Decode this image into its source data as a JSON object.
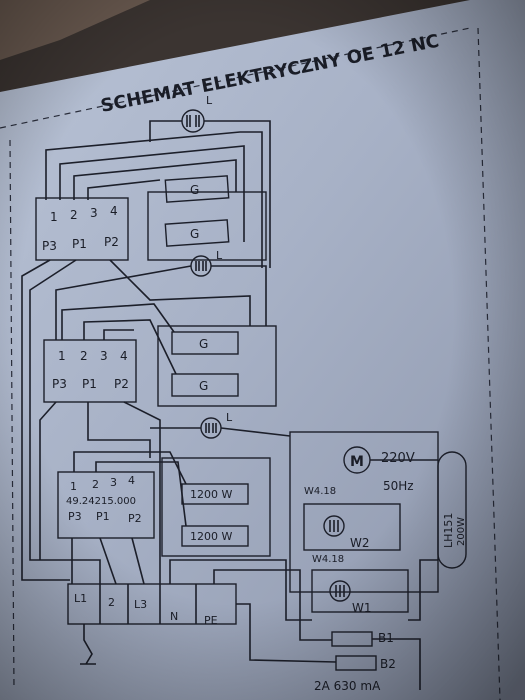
{
  "title": "SCHEMAT ELEKTRYCZNY OE 12 NC",
  "switches": [
    {
      "id": "s1",
      "pins": [
        "1",
        "2",
        "3",
        "4"
      ],
      "ports": [
        "P3",
        "P1",
        "P2"
      ],
      "code": ""
    },
    {
      "id": "s2",
      "pins": [
        "1",
        "2",
        "3",
        "4"
      ],
      "ports": [
        "P3",
        "P1",
        "P2"
      ],
      "code": ""
    },
    {
      "id": "s3",
      "pins": [
        "1",
        "2",
        "3",
        "4"
      ],
      "ports": [
        "P3",
        "P1",
        "P2"
      ],
      "code": "49.24215.000"
    }
  ],
  "heater_label": "G",
  "lamp_label": "L",
  "heater_1200": "1200 W",
  "motor": {
    "symbol": "M",
    "voltage": "220V",
    "freq": "50Hz",
    "winding": "W4.18"
  },
  "thermostats": {
    "w2": "W2",
    "w1": "W1",
    "w4": "W4.18"
  },
  "side_heater": {
    "name": "LH151",
    "power": "200W"
  },
  "terminals": [
    "L1",
    "2",
    "L3",
    "N",
    "PE"
  ],
  "fuses": [
    "B1",
    "B2"
  ],
  "fuse_rating": "2A 630 mA"
}
